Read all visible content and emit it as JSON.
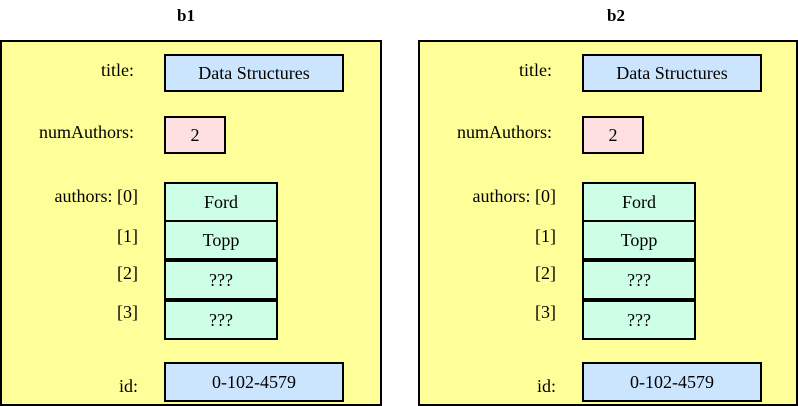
{
  "objects": [
    {
      "name": "b1",
      "title_label": "title:",
      "title_value": "Data Structures",
      "num_label": "numAuthors:",
      "num_value": "2",
      "authors_label": "authors: [0]",
      "index_labels": [
        "[1]",
        "[2]",
        "[3]"
      ],
      "authors": [
        "Ford",
        "Topp",
        "???",
        "???"
      ],
      "id_label": "id:",
      "id_value": "0-102-4579"
    },
    {
      "name": "b2",
      "title_label": "title:",
      "title_value": "Data Structures",
      "num_label": "numAuthors:",
      "num_value": "2",
      "authors_label": "authors: [0]",
      "index_labels": [
        "[1]",
        "[2]",
        "[3]"
      ],
      "authors": [
        "Ford",
        "Topp",
        "???",
        "???"
      ],
      "id_label": "id:",
      "id_value": "0-102-4579"
    }
  ],
  "colors": {
    "panel": "#ffff99",
    "string_field": "#cce5ff",
    "int_field": "#ffe0e0",
    "array_cell": "#ccffe5"
  }
}
